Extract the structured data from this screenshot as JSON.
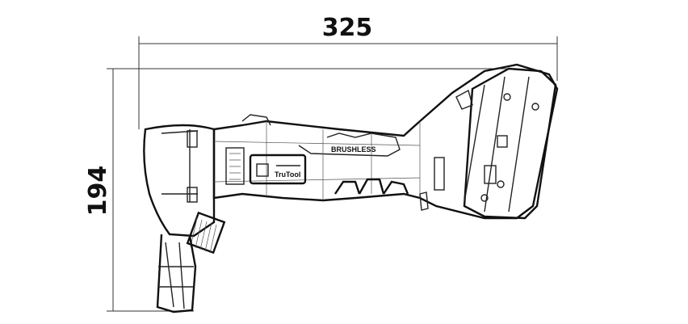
{
  "dimensions": {
    "length": "325",
    "height": "194"
  },
  "labels": {
    "motor": "BRUSHLESS",
    "brand": "TruTool"
  }
}
